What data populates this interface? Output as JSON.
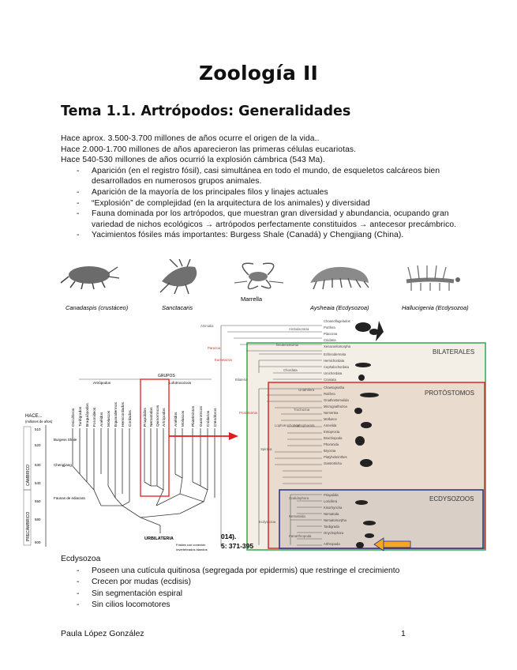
{
  "title": "Zoología II",
  "subtitle": "Tema 1.1. Artrópodos: Generalidades",
  "intro": {
    "lines": [
      "Hace aprox. 3.500-3.700 millones de años ocurre el origen de la vida..",
      "Hace 2.000-1.700 millones de años aparecieron las primeras células eucariotas.",
      "Hace 540-530 millones de años ocurrió la explosión cámbrica (543 Ma)."
    ],
    "bullets": [
      "Aparición (en el registro fósil), casi simultánea en todo el mundo, de esqueletos calcáreos bien desarrollados en numerosos grupos animales.",
      "Aparición de la mayoría de los principales filos y linajes actuales",
      "“Explosión” de complejidad (en la arquitectura de los animales) y diversidad",
      "Fauna dominada por los artrópodos, que muestran gran diversidad y abundancia, ocupando gran variedad de nichos ecológicos → artrópodos perfectamente constituidos → antecesor precámbrico.",
      "Yacimientos fósiles más importantes: Burgess Shale (Canadá) y Chengjiang (China)."
    ]
  },
  "fossils": [
    {
      "label": "Canadaspis (crustáceo)",
      "icon": "canadaspis-icon"
    },
    {
      "label": "Sanctacaris",
      "icon": "sanctacaris-icon"
    },
    {
      "label": "Marrella",
      "icon": "marrella-icon"
    },
    {
      "label": "Aysheaia (Ecdysozoa)",
      "icon": "aysheaia-icon"
    },
    {
      "label": "Hallucigenia (Ecdysozoa)",
      "icon": "hallucigenia-icon"
    }
  ],
  "timescale": {
    "header": "HACE...",
    "header_sub": "(millones de años)",
    "ticks": [
      "510",
      "520",
      "530",
      "540",
      "550",
      "580",
      "600"
    ],
    "eras": [
      "CÁMBRICO",
      "PRECÁMBRICO"
    ],
    "events": [
      "Burgess Shale",
      "Chengjiang",
      "Faunas de ediacara"
    ],
    "group_label": "GRUPOS",
    "sub_groups": [
      "Artrópodos",
      "Lofotrocozoos"
    ],
    "taxa": [
      "Onicóforos",
      "Tardígrados",
      "Braquiópodos",
      "Foronídeos",
      "Anélidos",
      "Moluscos",
      "Equinodermos",
      "Hemicordados",
      "Cordados",
      "Priapúlidos",
      "Nematodos",
      "Quinorrincos",
      "Artrópodos",
      "Anélidos",
      "Moluscos",
      "Platelmintos",
      "Gastrotricos",
      "Cnidarios",
      "Ctenóforos"
    ],
    "root": "URBILATERIA",
    "legend": [
      "Fósiles con conexión",
      "Invertebrados blandos"
    ]
  },
  "cladogram": {
    "boxes": [
      "BILATERALES",
      "PROTÓSTOMOS",
      "ECDYSOZOOS"
    ],
    "nodes": [
      "Animalia",
      "Parazoa",
      "Eumetazoa",
      "Bilateria",
      "Deuterostomia",
      "Protostomia",
      "Lophotrochozoa",
      "Ecdysozoa",
      "Chordata",
      "Ambulacraria",
      "Spiralia",
      "Trochozoa",
      "Nematoida",
      "Panarthropoda",
      "Scalidophora",
      "Gnathifera",
      "Lophophorata"
    ],
    "taxa": [
      "Choanoflagelados",
      "Porifera",
      "Placozoa",
      "Cnidaria",
      "Xenacoelomorpha",
      "Echinodermata",
      "Hemichordata",
      "Cephalochordata",
      "Urochordata",
      "Craniata",
      "Chaetognatha",
      "Rotifera",
      "Gnathostomulida",
      "Micrognathozoa",
      "Nemertea",
      "Mollusca",
      "Annelida",
      "Entoprocta",
      "Brachiopoda",
      "Phoronida",
      "Bryozoa",
      "Platyhelminthes",
      "Gastrotricha",
      "Priapulida",
      "Loricifera",
      "Kinorhyncha",
      "Nematoda",
      "Nematomorpha",
      "Tardigrada",
      "Onychophora",
      "Arthropoda"
    ],
    "citation": [
      "014).",
      "5: 371-395"
    ]
  },
  "ecdysozoa": {
    "heading": "Ecdysozoa",
    "bullets": [
      "Poseen una cutícula quitinosa (segregada por epidermis) que restringe el crecimiento",
      "Crecen por mudas (ecdisis)",
      "Sin segmentación espiral",
      "Sin cilios locomotores"
    ]
  },
  "footer": {
    "author": "Paula López González",
    "page": "1"
  },
  "colors": {
    "bilaterales_box": "#2ea84a",
    "protostomos_box": "#d62a2a",
    "ecdysozoos_box": "#1f2f86",
    "arrow": "#e21c1c",
    "highlight_arrow": "#f5a623",
    "panel_fill": "#e9dccf"
  }
}
